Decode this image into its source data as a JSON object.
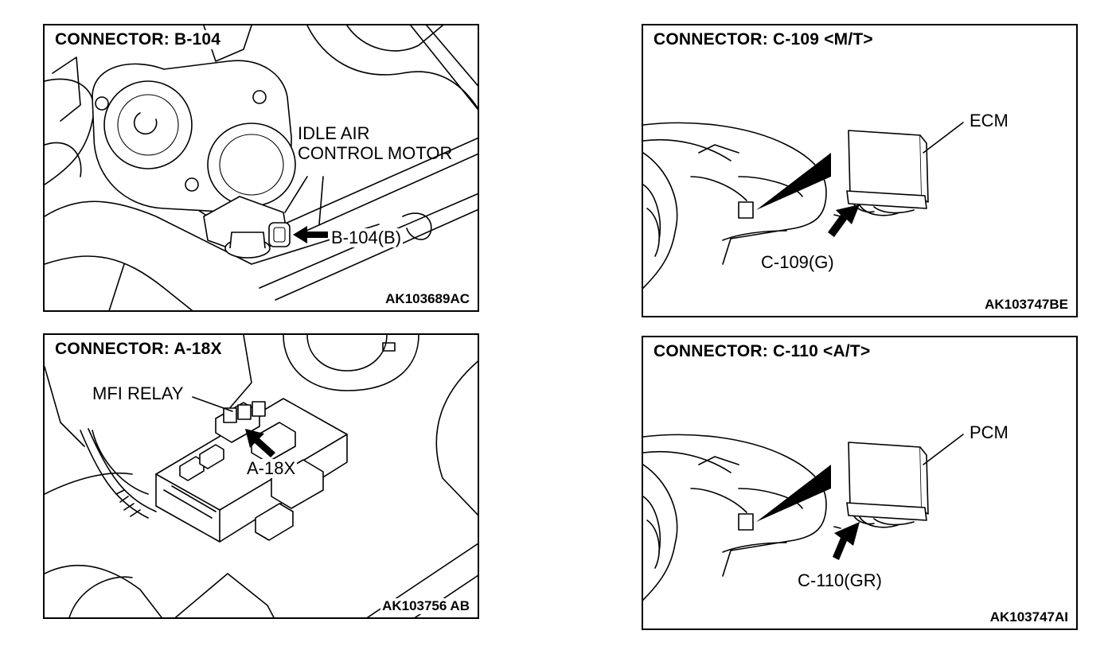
{
  "panels": {
    "b104": {
      "title": "CONNECTOR: B-104",
      "labels": {
        "component_line1": "IDLE AIR",
        "component_line2": "CONTROL MOTOR",
        "connector": "B-104(B)"
      },
      "code": "AK103689AC"
    },
    "a18x": {
      "title": "CONNECTOR: A-18X",
      "labels": {
        "component": "MFI RELAY",
        "connector": "A-18X"
      },
      "code": "AK103756 AB"
    },
    "c109": {
      "title": "CONNECTOR: C-109 <M/T>",
      "labels": {
        "module": "ECM",
        "connector": "C-109(G)"
      },
      "code": "AK103747BE"
    },
    "c110": {
      "title": "CONNECTOR: C-110 <A/T>",
      "labels": {
        "module": "PCM",
        "connector": "C-110(GR)"
      },
      "code": "AK103747AI"
    }
  },
  "colors": {
    "ink": "#000000",
    "paper": "#ffffff"
  },
  "icons": {
    "pointer": "arrow-icon"
  }
}
